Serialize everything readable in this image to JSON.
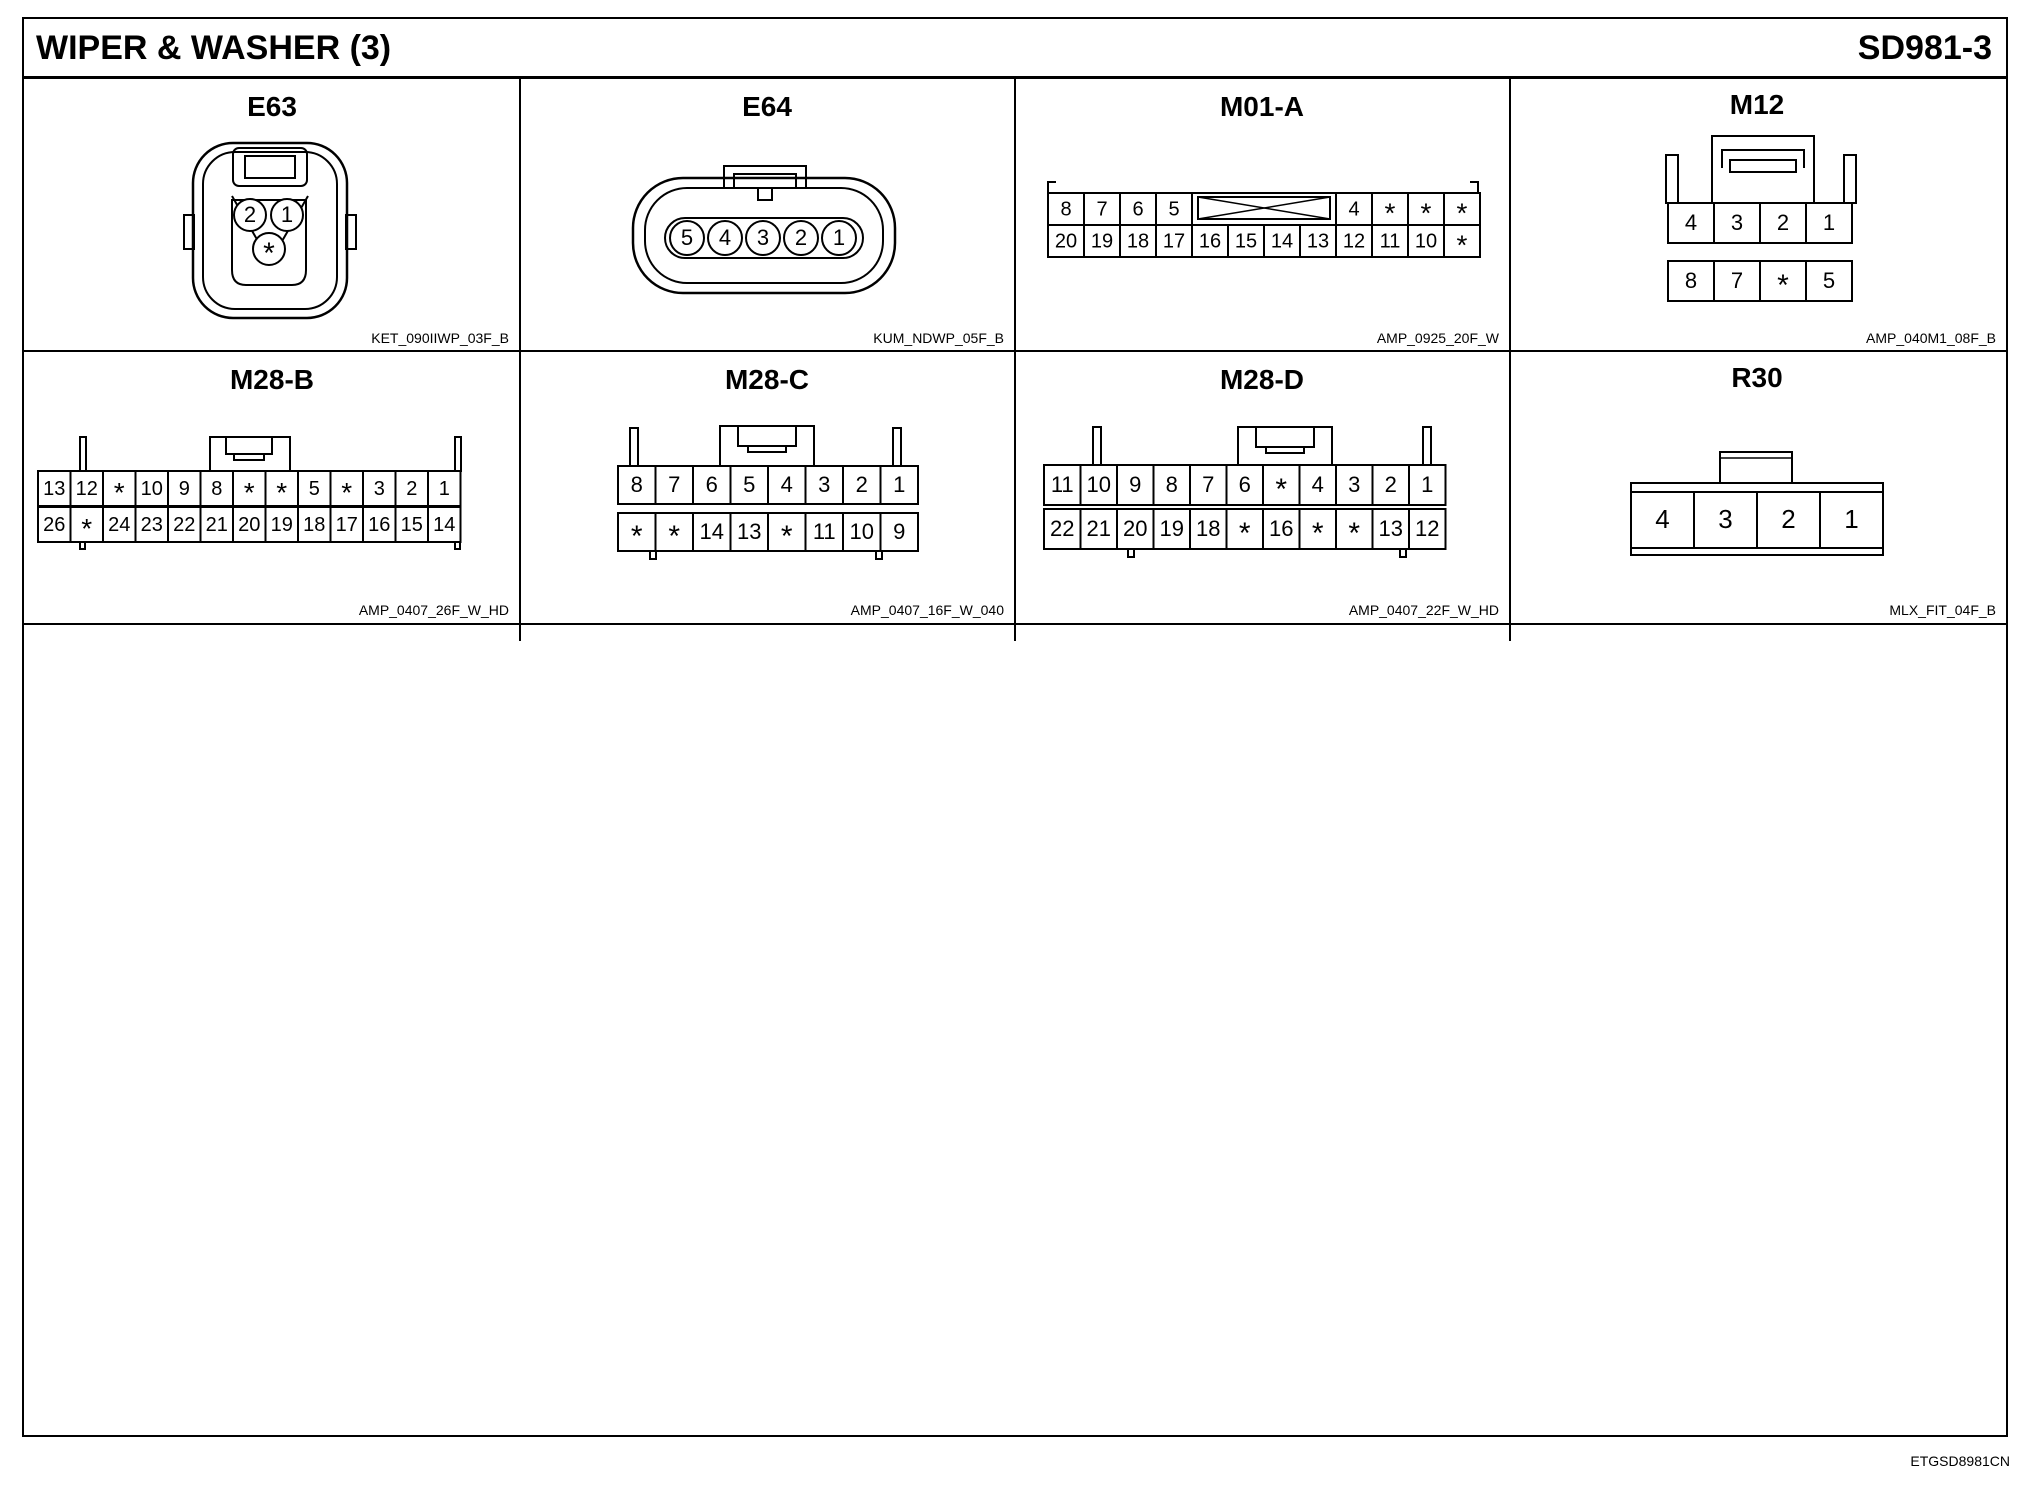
{
  "header": {
    "title": "WIPER & WASHER (3)",
    "code": "SD981-3"
  },
  "connectors": [
    {
      "id": "E63",
      "name": "E63",
      "part": "KET_090IIWP_03F_B",
      "pins": [
        "2",
        "1",
        "*"
      ]
    },
    {
      "id": "E64",
      "name": "E64",
      "part": "KUM_NDWP_05F_B",
      "pins": [
        "5",
        "4",
        "3",
        "2",
        "1"
      ]
    },
    {
      "id": "M01A",
      "name": "M01-A",
      "part": "AMP_0925_20F_W",
      "top_left": [
        "8",
        "7",
        "6",
        "5"
      ],
      "top_right": [
        "4",
        "*",
        "*",
        "*"
      ],
      "bottom": [
        "20",
        "19",
        "18",
        "17",
        "16",
        "15",
        "14",
        "13",
        "12",
        "11",
        "10",
        "*"
      ]
    },
    {
      "id": "M12",
      "name": "M12",
      "part": "AMP_040M1_08F_B",
      "top": [
        "4",
        "3",
        "2",
        "1"
      ],
      "bottom": [
        "8",
        "7",
        "*",
        "5"
      ]
    },
    {
      "id": "M28B",
      "name": "M28-B",
      "part": "AMP_0407_26F_W_HD",
      "top": [
        "13",
        "12",
        "*",
        "10",
        "9",
        "8",
        "*",
        "*",
        "5",
        "*",
        "3",
        "2",
        "1"
      ],
      "bottom": [
        "26",
        "*",
        "24",
        "23",
        "22",
        "21",
        "20",
        "19",
        "18",
        "17",
        "16",
        "15",
        "14"
      ]
    },
    {
      "id": "M28C",
      "name": "M28-C",
      "part": "AMP_0407_16F_W_040",
      "top": [
        "8",
        "7",
        "6",
        "5",
        "4",
        "3",
        "2",
        "1"
      ],
      "bottom": [
        "*",
        "*",
        "14",
        "13",
        "*",
        "11",
        "10",
        "9"
      ]
    },
    {
      "id": "M28D",
      "name": "M28-D",
      "part": "AMP_0407_22F_W_HD",
      "top": [
        "11",
        "10",
        "9",
        "8",
        "7",
        "6",
        "*",
        "4",
        "3",
        "2",
        "1"
      ],
      "bottom": [
        "22",
        "21",
        "20",
        "19",
        "18",
        "*",
        "16",
        "*",
        "*",
        "13",
        "12"
      ]
    },
    {
      "id": "R30",
      "name": "R30",
      "part": "MLX_FIT_04F_B",
      "pins": [
        "4",
        "3",
        "2",
        "1"
      ]
    }
  ],
  "footer": {
    "ref": "ETGSD8981CN"
  }
}
